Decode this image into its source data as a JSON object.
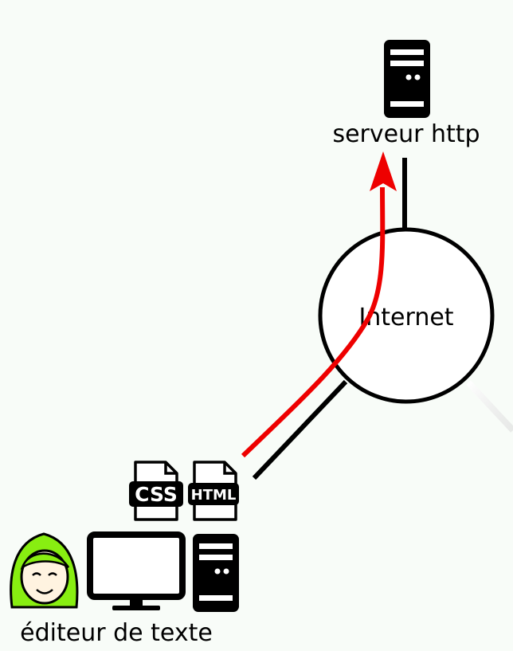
{
  "diagram": {
    "server_label": "serveur http",
    "internet_label": "Internet",
    "editor_label": "éditeur de texte",
    "files": [
      {
        "label": "CSS"
      },
      {
        "label": "HTML"
      }
    ]
  },
  "colors": {
    "background": "#f8fcf8",
    "line": "#000000",
    "arrow": "#ee0000",
    "hair": "#88ee11",
    "skin": "#fff3e0"
  },
  "icons": {
    "server": "server-tower-icon",
    "monitor": "monitor-icon",
    "person": "girl-avatar-icon",
    "css_file": "css-file-icon",
    "html_file": "html-file-icon"
  }
}
